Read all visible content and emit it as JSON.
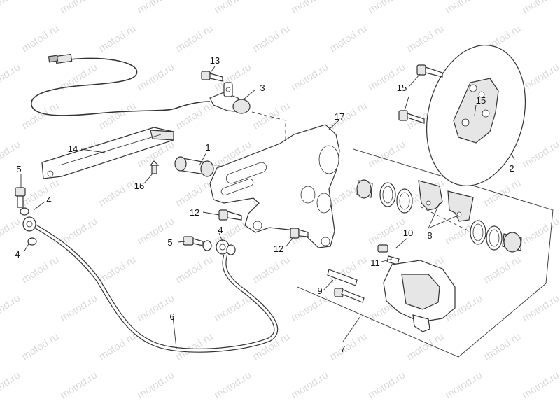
{
  "watermark": {
    "text": "motod.ru"
  },
  "callouts": {
    "c1": "1",
    "c2": "2",
    "c3": "3",
    "c4a": "4",
    "c4b": "4",
    "c4c": "4",
    "c5a": "5",
    "c5b": "5",
    "c6": "6",
    "c7": "7",
    "c8": "8",
    "c9": "9",
    "c10": "10",
    "c11": "11",
    "c12a": "12",
    "c12b": "12",
    "c13": "13",
    "c14": "14",
    "c15a": "15",
    "c15b": "15",
    "c16": "16",
    "c17": "17"
  }
}
